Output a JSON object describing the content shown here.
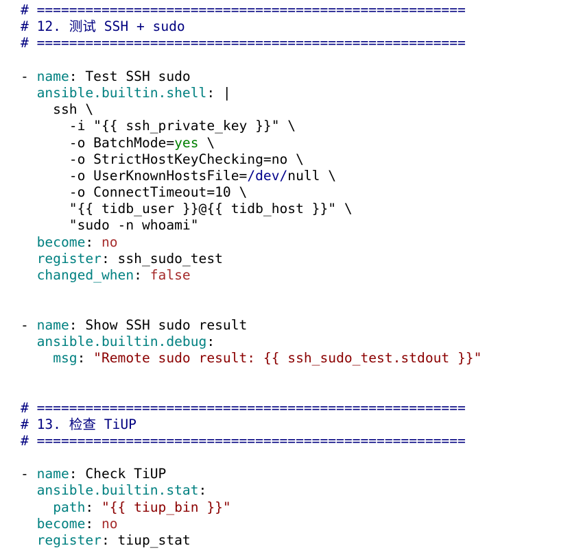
{
  "editor": {
    "file_type": "yaml",
    "colors": {
      "plain": "#000000",
      "comment": "#000080",
      "key": "#008080",
      "string": "#8b0000",
      "keyword": "#a52a2a",
      "boolean": "#008000",
      "path": "#00008b"
    },
    "lines": [
      [
        {
          "t": "# =====================================================",
          "k": "comment"
        }
      ],
      [
        {
          "t": "# 12. 测试 SSH + sudo",
          "k": "comment"
        }
      ],
      [
        {
          "t": "# =====================================================",
          "k": "comment"
        }
      ],
      [],
      [
        {
          "t": "- ",
          "k": "plain"
        },
        {
          "t": "name",
          "k": "key"
        },
        {
          "t": ": Test SSH sudo",
          "k": "plain"
        }
      ],
      [
        {
          "t": "  ",
          "k": "plain"
        },
        {
          "t": "ansible.builtin.shell",
          "k": "key"
        },
        {
          "t": ": |",
          "k": "plain"
        }
      ],
      [
        {
          "t": "    ssh \\",
          "k": "plain"
        }
      ],
      [
        {
          "t": "      -i \"{{ ssh_private_key }}\" \\",
          "k": "plain"
        }
      ],
      [
        {
          "t": "      -o BatchMode=",
          "k": "plain"
        },
        {
          "t": "yes",
          "k": "bool"
        },
        {
          "t": " \\",
          "k": "plain"
        }
      ],
      [
        {
          "t": "      -o StrictHostKeyChecking=no \\",
          "k": "plain"
        }
      ],
      [
        {
          "t": "      -o UserKnownHostsFile=",
          "k": "plain"
        },
        {
          "t": "/dev/",
          "k": "path"
        },
        {
          "t": "null",
          "k": "plain"
        },
        {
          "t": " \\",
          "k": "plain"
        }
      ],
      [
        {
          "t": "      -o ConnectTimeout=10 \\",
          "k": "plain"
        }
      ],
      [
        {
          "t": "      \"{{ tidb_user }}@{{ tidb_host }}\" \\",
          "k": "plain"
        }
      ],
      [
        {
          "t": "      \"sudo -n whoami\"",
          "k": "plain"
        }
      ],
      [
        {
          "t": "  ",
          "k": "plain"
        },
        {
          "t": "become",
          "k": "key"
        },
        {
          "t": ": ",
          "k": "plain"
        },
        {
          "t": "no",
          "k": "kw"
        }
      ],
      [
        {
          "t": "  ",
          "k": "plain"
        },
        {
          "t": "register",
          "k": "key"
        },
        {
          "t": ": ssh_sudo_test",
          "k": "plain"
        }
      ],
      [
        {
          "t": "  ",
          "k": "plain"
        },
        {
          "t": "changed_when",
          "k": "key"
        },
        {
          "t": ": ",
          "k": "plain"
        },
        {
          "t": "false",
          "k": "kw"
        }
      ],
      [],
      [],
      [
        {
          "t": "- ",
          "k": "plain"
        },
        {
          "t": "name",
          "k": "key"
        },
        {
          "t": ": Show SSH sudo result",
          "k": "plain"
        }
      ],
      [
        {
          "t": "  ",
          "k": "plain"
        },
        {
          "t": "ansible.builtin.debug",
          "k": "key"
        },
        {
          "t": ":",
          "k": "plain"
        }
      ],
      [
        {
          "t": "    ",
          "k": "plain"
        },
        {
          "t": "msg",
          "k": "key"
        },
        {
          "t": ": ",
          "k": "plain"
        },
        {
          "t": "\"Remote sudo result: {{ ssh_sudo_test.stdout }}\"",
          "k": "str"
        }
      ],
      [],
      [],
      [
        {
          "t": "# =====================================================",
          "k": "comment"
        }
      ],
      [
        {
          "t": "# 13. 检查 TiUP",
          "k": "comment"
        }
      ],
      [
        {
          "t": "# =====================================================",
          "k": "comment"
        }
      ],
      [],
      [
        {
          "t": "- ",
          "k": "plain"
        },
        {
          "t": "name",
          "k": "key"
        },
        {
          "t": ": Check TiUP",
          "k": "plain"
        }
      ],
      [
        {
          "t": "  ",
          "k": "plain"
        },
        {
          "t": "ansible.builtin.stat",
          "k": "key"
        },
        {
          "t": ":",
          "k": "plain"
        }
      ],
      [
        {
          "t": "    ",
          "k": "plain"
        },
        {
          "t": "path",
          "k": "key"
        },
        {
          "t": ": ",
          "k": "plain"
        },
        {
          "t": "\"{{ tiup_bin }}\"",
          "k": "str"
        }
      ],
      [
        {
          "t": "  ",
          "k": "plain"
        },
        {
          "t": "become",
          "k": "key"
        },
        {
          "t": ": ",
          "k": "plain"
        },
        {
          "t": "no",
          "k": "kw"
        }
      ],
      [
        {
          "t": "  ",
          "k": "plain"
        },
        {
          "t": "register",
          "k": "key"
        },
        {
          "t": ": tiup_stat",
          "k": "plain"
        }
      ]
    ]
  }
}
